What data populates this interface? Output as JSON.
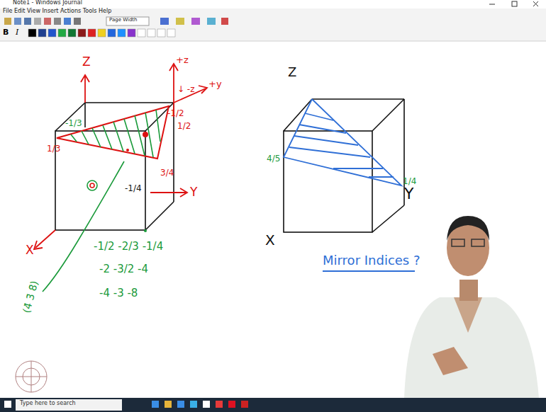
{
  "diagram": {
    "labels": [
      "Note1 - Windows Journal",
      "File Edit View Insert Actions Tools Help",
      "Page Width",
      "B",
      "I",
      "Z",
      "+z",
      "+y",
      "-1/3",
      "1/3",
      "-1/2",
      "1/2",
      "↓ -z",
      "3/4",
      "-1/4",
      "Y",
      "X",
      "(4̄ 3̄ 8̄)",
      "-1/2 -2/3 -1/4",
      "-2 -3/2 -4",
      "-4 -3 -8",
      "Z",
      "4/5",
      "1/4",
      "Y",
      "X",
      "Mirror Indices ?",
      "Type here to search"
    ]
  }
}
